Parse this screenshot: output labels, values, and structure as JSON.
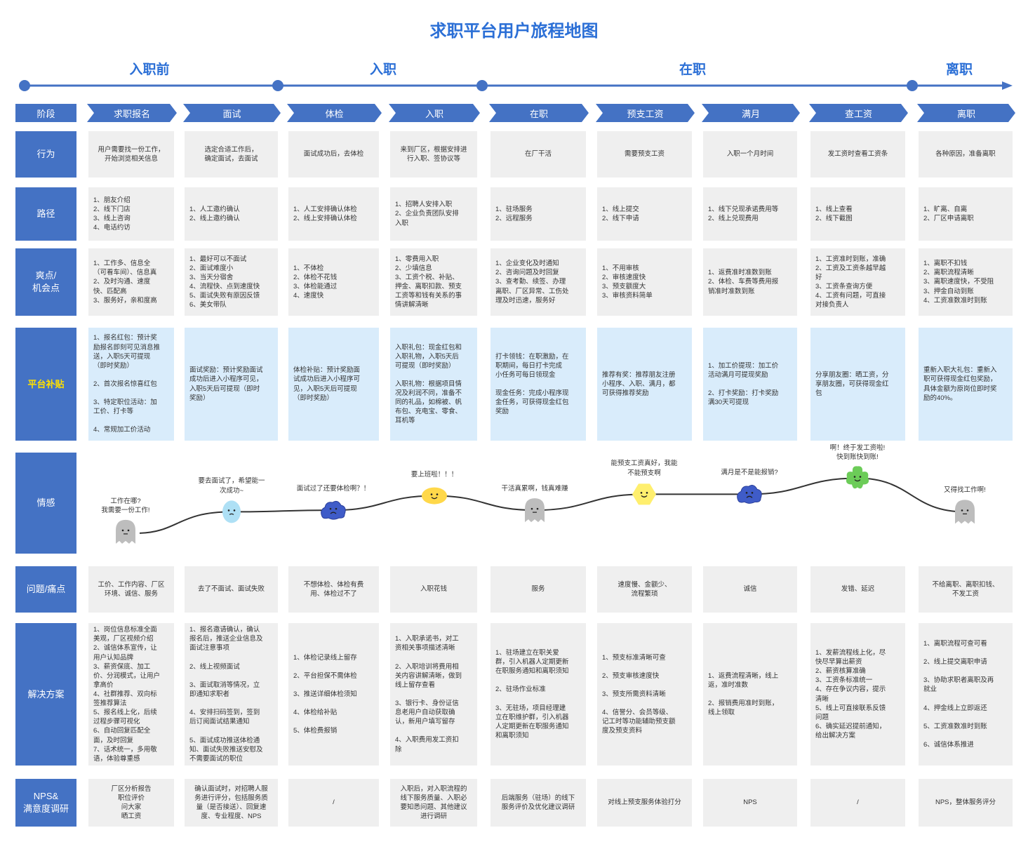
{
  "title": "求职平台用户旅程地图",
  "phases": [
    "入职前",
    "入职",
    "在职",
    "离职"
  ],
  "stage_header": "阶段",
  "stages": [
    "求职报名",
    "面试",
    "体检",
    "入职",
    "在职",
    "预支工资",
    "满月",
    "查工资",
    "离职"
  ],
  "row_labels": {
    "behavior": "行为",
    "path": "路径",
    "delight": "爽点/\n机会点",
    "subsidy": "平台补贴",
    "emotion": "情感",
    "pain": "问题/痛点",
    "solution": "解决方案",
    "nps": "NPS&\n满意度调研"
  },
  "rows": {
    "behavior": [
      "用户需要找一份工作，\n开始浏览相关信息",
      "选定合适工作后，\n确定面试，去面试",
      "面试成功后，去体检",
      "来到厂区，根据安排进\n行入职、签协议等",
      "在厂干活",
      "需要预支工资",
      "入职一个月时间",
      "发工资时查看工资条",
      "各种原因，准备离职"
    ],
    "path": [
      "1、朋友介绍\n2、线下门店\n3、线上咨询\n4、电话约访",
      "1、人工邀约确认\n2、线上邀约确认",
      "1、人工安排确认体检\n2、线上安排确认体检",
      "1、招聘人安排入职\n2、企业负责团队安排\n入职",
      "1、驻场服务\n2、远程服务",
      "1、线上提交\n2、线下申请",
      "1、线下兑现承诺费用等\n2、线上兑现费用",
      "1、线上查看\n2、线下截图",
      "1、旷离、自离\n2、厂区申请离职"
    ],
    "delight": [
      "1、工作多、信息全\n（可看车间）、信息真\n2、及时沟通、速度\n快、匹配高\n3、服务好，亲和度高",
      "1、最好可以不面试\n2、面试难度小\n3、当天分宿舍\n4、流程快、点到速度快\n5、面试失败有原因反馈\n6、美女带队",
      "1、不体检\n2、体检不花钱\n3、体检能通过\n4、速度快",
      "1、零费用入职\n2、少填信息\n3、工资个税、补贴、\n押金、离职扣款、预支\n工资等和钱有关系的事\n情讲解清晰",
      "1、企业变化及时通知\n2、咨询问题及时回复\n3、查考勤、续签、办理\n离职、厂区异常、工伤处\n理及时迅速，服务好",
      "1、不用审核\n2、审核速度快\n3、预支额度大\n3、审核资料简单",
      "1、返费准时准数到账\n2、体检、车费等费用报\n销准时准数到账",
      "1、工资准时到账，准确\n2、工资及工资条越早越\n好\n3、工资条查询方便\n4、工资有问题，可直接\n对接负责人",
      "1、离职不扣钱\n2、离职流程清晰\n3、离职速度快，不受阻\n3、押金自动到账\n4、工资准数准时到账"
    ],
    "subsidy": [
      "1、报名红包：预计奖\n励报名即刻可见消息推\n送，入职5天可提现\n（即时奖励）\n\n2、首次报名惊喜红包\n\n3、特定职位活动：加\n工价、打卡等\n\n4、常规加工价活动",
      "面试奖励：预计奖励面试\n成功后进入小程序可见，\n入职5天后可提现（即时\n奖励）",
      "体检补贴：预计奖励面\n试成功后进入小程序可\n见，入职5天后可提现\n（即时奖励）",
      "入职礼包：现金红包和\n入职礼物，入职5天后\n可提现（即时奖励）\n\n入职礼物：根据项目情\n况及利润不同，准备不\n同的礼品，如棉被、帆\n布包、充电宝、零食、\n耳机等",
      "打卡领钱：在职激励，在\n职期间，每日打卡完成\n小任务可每日领现金\n\n现金任务：完成小程序现\n金任务，可获得现金红包\n奖励",
      "推荐有奖：推荐朋友注册\n小程序、入职、满月，都\n可获得推荐奖励",
      "1、加工价提现：加工价\n活动满月可提现奖励\n\n2、打卡奖励：打卡奖励\n满30天可提现",
      "分享朋友圈：晒工资，分\n享朋友圈，可获得现金红\n包",
      "重新入职大礼包：重新入\n职可获得现金红包奖励，\n具体金额为原岗位即时奖\n励的40%。"
    ],
    "pain": [
      "工价、工作内容、厂区\n环境、诚信、服务",
      "去了不面试、面试失败",
      "不想体检、体检有费\n用、体检过不了",
      "入职花钱",
      "服务",
      "速度慢、金额少、\n流程繁琐",
      "诚信",
      "发错、延迟",
      "不给离职、离职扣钱、\n不发工资"
    ],
    "solution": [
      "1、岗位信息标准全面\n美观，厂区视频介绍\n2、诚信体系宣传，让\n用户认知品牌\n3、薪资保底、加工\n价、分润模式，让用户\n拿高价\n4、社群推荐、双向标\n签推荐算法\n5、报名线上化，后续\n过程步骤可视化\n6、自动回复匹配全\n面，及时回复\n7、话术统一，多用敬\n语，体验尊重感",
      "1、报名邀请确认，确认\n报名后，推送企业信息及\n面试注意事项\n\n2、线上视频面试\n\n3、面试取消等情况，立\n即通知求职者\n\n4、安排扫码签到，签到\n后订阅面试结果通知\n\n5、面试成功推送体检通\n知、面试失败推送安慰及\n不需要面试的职位",
      "1、体检记录线上留存\n\n2、平台担保不需体检\n\n3、推送详细体检须知\n\n4、体检给补贴\n\n5、体检费报销",
      "1、入职承诺书，对工\n资相关事项描述清晰\n\n2、入职培训将费用相\n关内容讲解清晰，做到\n线上留存查看\n\n3、银行卡、身份证信\n息老用户自动获取确\n认，新用户填写留存\n\n4、入职费用发工资扣\n除",
      "1、驻场建立在职关爱\n群，引入机器人定期更新\n在职服务通知和离职须知\n\n2、驻场作业标准\n\n3、无驻场，项目经理建\n立在职维护群，引入机器\n人定期更新在职服务通知\n和离职须知",
      "1、预支标准清晰可查\n\n2、预支审核速度快\n\n3、预支所需资料清晰\n\n4、信誉分、会员等级、\n记工时等功能辅助预支额\n度及预支资料",
      "1、返费流程清晰，线上\n返，准时准数\n\n2、报销费用准时到账，\n线上领取",
      "1、发薪流程线上化，尽\n快尽早算出薪资\n2、薪资核算准确\n3、工资条标准统一\n4、存在争议内容，提示\n清晰\n5、线上可直接联系反馈\n问题\n6、确实延迟提前通知，\n给出解决方案",
      "1、离职流程可查可看\n\n2、线上提交离职申请\n\n3、协助求职者离职及再\n就业\n\n4、押金线上立即返还\n\n5、工资准数准时到账\n\n6、诚信体系推进"
    ],
    "nps": [
      "厂区分析报告\n职位评价\n问大家\n晒工资",
      "确认面试时，对招聘人服\n务进行评分，包括服务质\n量（是否接送）、回复速\n度、专业程度、NPS",
      "/",
      "入职后，对入职流程的\n线下服务质量、入职必\n要知悉问题、其他建议\n进行调研",
      "后端服务（驻场）的线下\n服务评价及优化建议调研",
      "对线上预支服务体验打分",
      "NPS",
      "/",
      "NPS，整体服务评分"
    ]
  },
  "emotions": [
    {
      "text": "工作在哪?\n我需要一份工作!",
      "mood": "neutral",
      "color": "#bdbdbd",
      "level": 0.15
    },
    {
      "text": "要去面试了，希望能一\n次成功~",
      "mood": "worried",
      "color": "#aee0f5",
      "level": 0.4
    },
    {
      "text": "面试过了还要体检啊？！",
      "mood": "sad",
      "color": "#3f5cc8",
      "level": 0.42
    },
    {
      "text": "要上班啦！！！",
      "mood": "happy",
      "color": "#ffd84a",
      "level": 0.6
    },
    {
      "text": "干活真累啊，钱真难赚",
      "mood": "neutral",
      "color": "#bdbdbd",
      "level": 0.42
    },
    {
      "text": "能预支工资真好，我能\n不能预支啊",
      "mood": "happy",
      "color": "#ffef6e",
      "level": 0.62
    },
    {
      "text": "满月是不是能报销?",
      "mood": "sad",
      "color": "#3f5cc8",
      "level": 0.62
    },
    {
      "text": "啊！终于发工资啦!\n快到账快到账!",
      "mood": "happy",
      "color": "#6ccc58",
      "level": 0.82
    },
    {
      "text": "又得找工作啊!",
      "mood": "neutral",
      "color": "#bdbdbd",
      "level": 0.4
    }
  ]
}
